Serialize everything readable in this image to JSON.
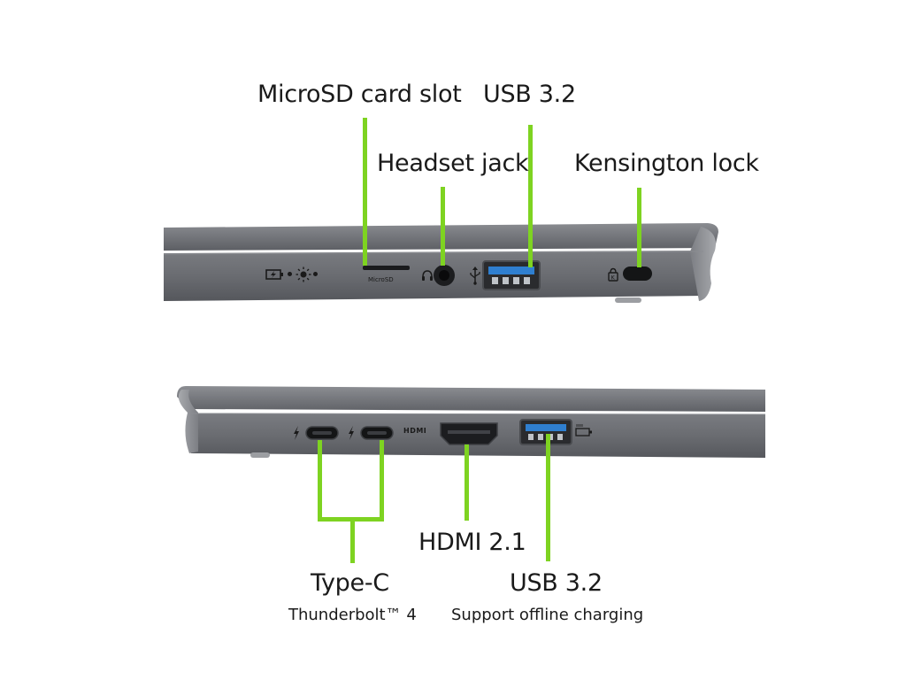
{
  "top_view": {
    "labels": {
      "microsd": "MicroSD card slot",
      "usb": "USB 3.2",
      "headset": "Headset jack",
      "kensington": "Kensington lock"
    },
    "port_text": {
      "microsd": "MicroSD"
    }
  },
  "bottom_view": {
    "labels": {
      "type_c": "Type-C",
      "type_c_sub": "Thunderbolt™ 4",
      "hdmi": "HDMI 2.1",
      "usb": "USB 3.2",
      "usb_sub": "Support offline charging"
    },
    "port_text": {
      "hdmi": "HDMI"
    }
  },
  "colors": {
    "callout_line": "#7ed321",
    "chassis": "#6b6d72",
    "usb_blue": "#2f7fd0"
  },
  "icons": [
    "battery-charge-icon",
    "power-light-icon",
    "headset-icon",
    "usb-symbol-icon",
    "kensington-icon",
    "thunderbolt-icon",
    "offline-charge-icon"
  ]
}
